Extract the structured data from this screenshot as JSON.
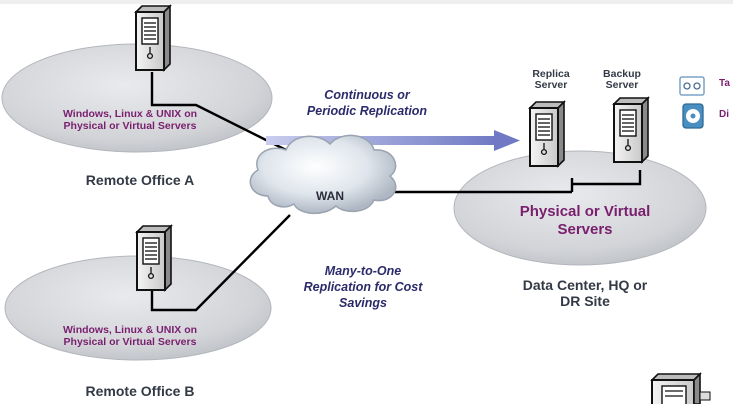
{
  "remote_office_a": {
    "server_caption_line1": "Windows, Linux & UNIX on",
    "server_caption_line2": "Physical or Virtual Servers",
    "name": "Remote Office A"
  },
  "remote_office_b": {
    "server_caption_line1": "Windows, Linux & UNIX on",
    "server_caption_line2": "Physical or Virtual Servers",
    "name": "Remote Office B"
  },
  "wan": {
    "label": "WAN"
  },
  "replication_top": {
    "line1": "Continuous or",
    "line2": "Periodic Replication"
  },
  "replication_bottom": {
    "line1": "Many-to-One",
    "line2": "Replication for Cost",
    "line3": "Savings"
  },
  "data_center": {
    "replica_line1": "Replica",
    "replica_line2": "Server",
    "backup_line1": "Backup",
    "backup_line2": "Server",
    "disk_caption_line1": "Physical or Virtual",
    "disk_caption_line2": "Servers",
    "name_line1": "Data Center, HQ or",
    "name_line2": "DR Site"
  },
  "side_labels": {
    "top": "Ta",
    "bottom": "Di"
  },
  "colors": {
    "disk_fill": "#d3d5d9",
    "connection": "#000000",
    "arrow": "#7b86cf",
    "label_purple": "#7a1f6e"
  }
}
